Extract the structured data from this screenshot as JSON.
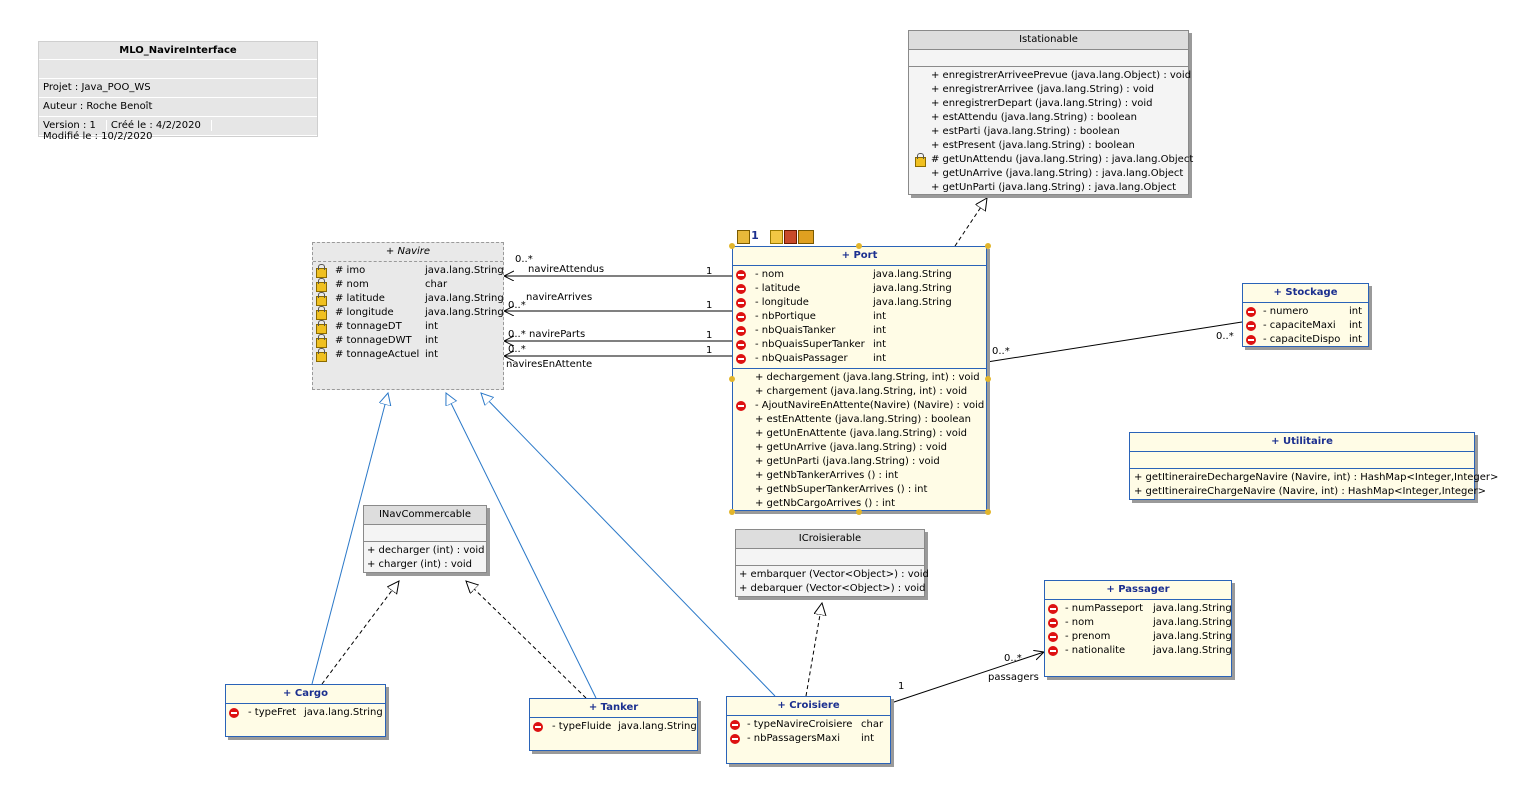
{
  "title_block": {
    "title": "MLO_NavireInterface",
    "project": "Projet : Java_POO_WS",
    "author": "Auteur : Roche Benoît",
    "version": "Version : 1",
    "created": "Créé le : 4/2/2020",
    "modified": "Modifié le : 10/2/2020"
  },
  "istationable": {
    "name": "Istationable",
    "methods": [
      "+ enregistrerArriveePrevue (java.lang.Object)  : void",
      "+ enregistrerArrivee (java.lang.String)  : void",
      "+ enregistrerDepart (java.lang.String)  : void",
      "+ estAttendu (java.lang.String)  : boolean",
      "+ estParti (java.lang.String)  : boolean",
      "+ estPresent (java.lang.String)  : boolean",
      "# getUnAttendu (java.lang.String)  : java.lang.Object",
      "+ getUnArrive (java.lang.String)  : java.lang.Object",
      "+ getUnParti (java.lang.String)  : java.lang.Object"
    ]
  },
  "navire": {
    "name": "+ Navire",
    "attributes": [
      {
        "name": "# imo",
        "type": "java.lang.String"
      },
      {
        "name": "# nom",
        "type": "char"
      },
      {
        "name": "# latitude",
        "type": "java.lang.String"
      },
      {
        "name": "# longitude",
        "type": "java.lang.String"
      },
      {
        "name": "# tonnageDT",
        "type": "int"
      },
      {
        "name": "# tonnageDWT",
        "type": "int"
      },
      {
        "name": "# tonnageActuel",
        "type": "int"
      }
    ]
  },
  "port": {
    "name": "+ Port",
    "attributes": [
      {
        "name": "- nom",
        "type": "java.lang.String"
      },
      {
        "name": "- latitude",
        "type": "java.lang.String"
      },
      {
        "name": "- longitude",
        "type": "java.lang.String"
      },
      {
        "name": "- nbPortique",
        "type": "int"
      },
      {
        "name": "- nbQuaisTanker",
        "type": "int"
      },
      {
        "name": "- nbQuaisSuperTanker",
        "type": "int"
      },
      {
        "name": "- nbQuaisPassager",
        "type": "int"
      }
    ],
    "methods": [
      "+ dechargement (java.lang.String, int)  : void",
      "+ chargement (java.lang.String, int)  : void",
      "- AjoutNavireEnAttente(Navire) (Navire)  : void",
      "+ estEnAttente (java.lang.String)  : boolean",
      "+ getUnEnAttente (java.lang.String)  : void",
      "+ getUnArrive (java.lang.String)  : void",
      "+ getUnParti (java.lang.String)  : void",
      "+ getNbTankerArrives ()  : int",
      "+ getNbSuperTankerArrives ()  : int",
      "+ getNbCargoArrives ()  : int"
    ]
  },
  "stockage": {
    "name": "+ Stockage",
    "attributes": [
      {
        "name": "- numero",
        "type": "int"
      },
      {
        "name": "- capaciteMaxi",
        "type": "int"
      },
      {
        "name": "- capaciteDispo",
        "type": "int"
      }
    ]
  },
  "utilitaire": {
    "name": "+ Utilitaire",
    "methods": [
      "+ getItineraireDechargeNavire (Navire, int)  : HashMap<Integer,Integer>",
      "+ getItineraireChargeNavire (Navire, int)  : HashMap<Integer,Integer>"
    ]
  },
  "inavcommercable": {
    "name": "INavCommercable",
    "methods": [
      "+ decharger (int)  : void",
      "+ charger (int)  : void"
    ]
  },
  "icroisierable": {
    "name": "ICroisierable",
    "methods": [
      "+ embarquer (Vector<Object>)  : void",
      "+ debarquer (Vector<Object>)  : void"
    ]
  },
  "passager": {
    "name": "+ Passager",
    "attributes": [
      {
        "name": "- numPasseport",
        "type": "java.lang.String"
      },
      {
        "name": "- nom",
        "type": "java.lang.String"
      },
      {
        "name": "- prenom",
        "type": "java.lang.String"
      },
      {
        "name": "- nationalite",
        "type": "java.lang.String"
      }
    ]
  },
  "cargo": {
    "name": "+ Cargo",
    "attributes": [
      {
        "name": "- typeFret",
        "type": "java.lang.String"
      }
    ]
  },
  "tanker": {
    "name": "+ Tanker",
    "attributes": [
      {
        "name": "- typeFluide",
        "type": "java.lang.String"
      }
    ]
  },
  "croisiere": {
    "name": "+ Croisiere",
    "attributes": [
      {
        "name": "- typeNavireCroisiere",
        "type": "char"
      },
      {
        "name": "- nbPassagersMaxi",
        "type": "int"
      }
    ]
  },
  "associations": {
    "navire_attendus": "navireAttendus",
    "navire_arrives": "navireArrives",
    "navire_partis": "navireParts",
    "navires_en_attente": "naviresEnAttente",
    "passagers": "passagers",
    "mult_many": "0..*",
    "mult_one": "1"
  },
  "colors": {
    "class_border": "#2a63b8",
    "class_fill": "#fffce6",
    "private_icon": "#dd1111",
    "protected_icon": "#f0c020",
    "realization_line": "#000000",
    "inheritance_line": "#2a78c8"
  }
}
